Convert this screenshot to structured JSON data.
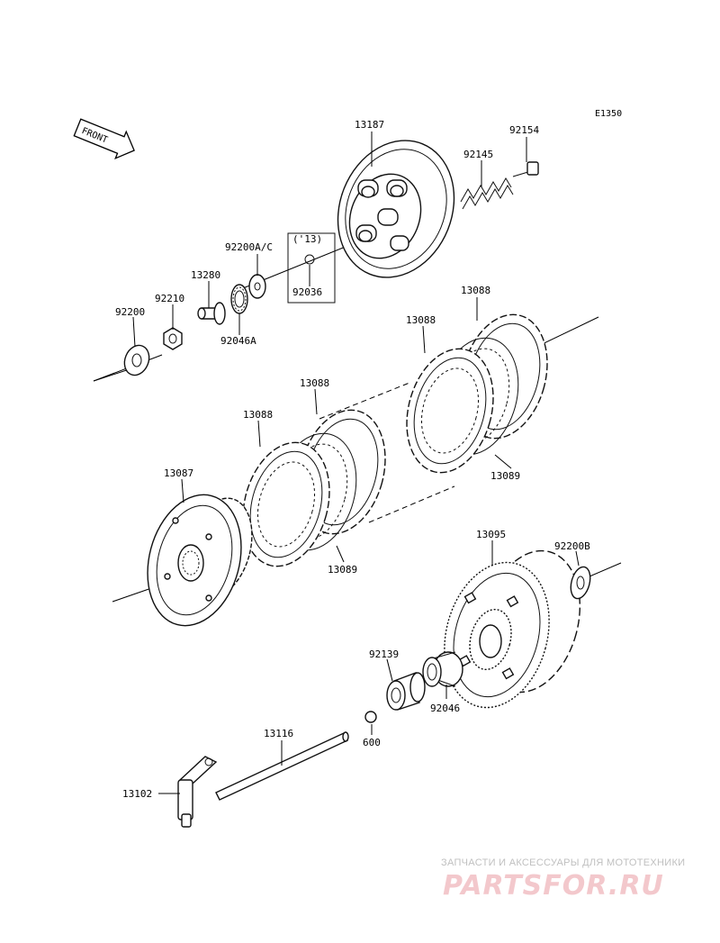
{
  "diagram": {
    "code": "E1350",
    "front_label": "FRONT",
    "callouts": {
      "p13187": "13187",
      "p92154": "92154",
      "p92145": "92145",
      "p92200ac": "92200A/C",
      "p13label": "('13)",
      "p92036": "92036",
      "p13280": "13280",
      "p92210": "92210",
      "p92200": "92200",
      "p92046a": "92046A",
      "p13088a": "13088",
      "p13088b": "13088",
      "p13088c": "13088",
      "p13088d": "13088",
      "p13089a": "13089",
      "p13089b": "13089",
      "p13087": "13087",
      "p13095": "13095",
      "p92200b": "92200B",
      "p92139": "92139",
      "p92046": "92046",
      "p600": "600",
      "p13116": "13116",
      "p13102": "13102"
    }
  },
  "watermark": {
    "caption": "ЗАПЧАСТИ И АКСЕССУАРЫ ДЛЯ МОТОТЕХНИКИ",
    "logo": "PARTSFOR.RU"
  }
}
